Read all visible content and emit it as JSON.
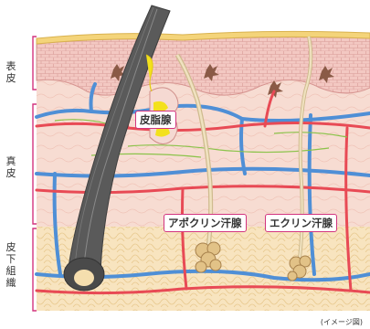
{
  "layers": [
    {
      "id": "epidermis",
      "label": "表皮"
    },
    {
      "id": "dermis",
      "label": "真皮"
    },
    {
      "id": "subcutis",
      "label": "皮下組織"
    }
  ],
  "callouts": {
    "sebaceous": "皮脂腺",
    "apocrine": "アポクリン汗腺",
    "eccrine": "エクリン汗腺"
  },
  "caption": "(イメージ図)",
  "colors": {
    "bracket": "#d2347e",
    "epidermis": "#f2c6c0",
    "dermis": "#f7dcd2",
    "subcutis": "#f8e4bf",
    "artery": "#e84a55",
    "vein": "#4f8fd6",
    "nerve": "#8bc34a",
    "hair": "#555555",
    "sebum": "#f3e11c"
  }
}
